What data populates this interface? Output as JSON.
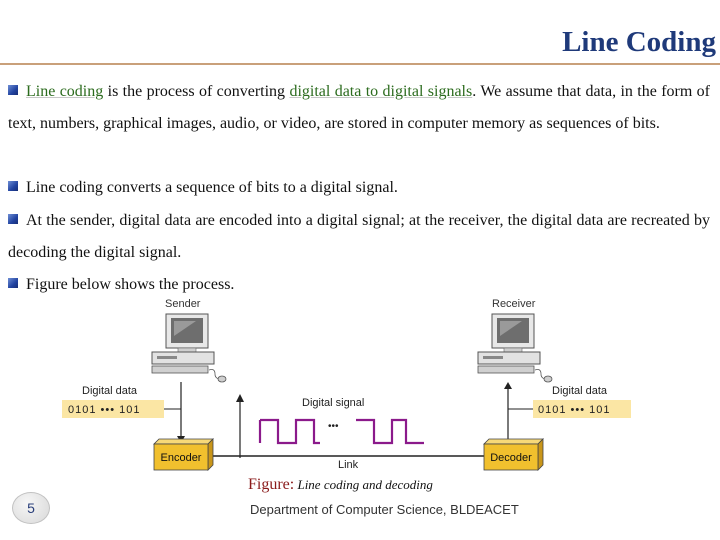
{
  "slide": {
    "title": "Line Coding",
    "page_number": "5",
    "footer": "Department of Computer Science, BLDEACET"
  },
  "bullets": [
    {
      "term": "Line coding",
      "text_a": " is the process of converting ",
      "highlight": "digital data to digital signals",
      "text_b": ". We assume that data, in the form of text, numbers, graphical images, audio, or video, are stored in computer memory as sequences of bits."
    },
    {
      "text": "Line coding converts a sequence of bits to a digital signal."
    },
    {
      "text": "At the sender, digital data are encoded into a digital signal; at the receiver, the digital data are recreated by decoding the digital signal."
    },
    {
      "text": "Figure below shows the process."
    }
  ],
  "figure": {
    "sender_label": "Sender",
    "receiver_label": "Receiver",
    "digital_data_left": "Digital data",
    "digital_data_right": "Digital data",
    "bits_left": "0101 ••• 101",
    "bits_right": "0101 ••• 101",
    "signal_label": "Digital signal",
    "dots": "•••",
    "encoder_label": "Encoder",
    "decoder_label": "Decoder",
    "link_label": "Link",
    "caption_label": "Figure:",
    "caption_text": " Line coding and decoding"
  },
  "colors": {
    "title": "#1f3a7a",
    "highlight": "#2b6b1d",
    "signal": "#8b1a8b",
    "box_fill": "#f1c02e",
    "bits_bg": "#fbe6a4"
  }
}
